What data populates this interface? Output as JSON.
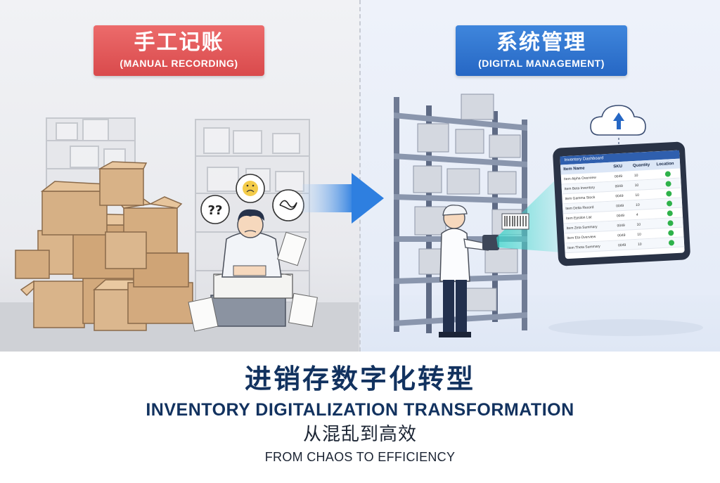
{
  "left_panel": {
    "title_zh": "手工记账",
    "title_en": "(MANUAL RECORDING)",
    "bubble_left": "??"
  },
  "right_panel": {
    "title_zh": "系统管理",
    "title_en": "(DIGITAL MANAGEMENT)"
  },
  "tablet": {
    "header_title": "Inventory Dashboard",
    "columns": [
      "Item Name",
      "SKU",
      "Quantity",
      "Location"
    ],
    "rows": [
      {
        "name": "Item Alpha Overview",
        "sku": "0049",
        "qty": "10"
      },
      {
        "name": "Item Beta Inventory",
        "sku": "0049",
        "qty": "10"
      },
      {
        "name": "Item Gamma Stock",
        "sku": "0049",
        "qty": "10"
      },
      {
        "name": "Item Delta Record",
        "sku": "0049",
        "qty": "10"
      },
      {
        "name": "Item Epsilon List",
        "sku": "0049",
        "qty": "4"
      },
      {
        "name": "Item Zeta Summary",
        "sku": "0049",
        "qty": "10"
      },
      {
        "name": "Item Eta Overview",
        "sku": "0049",
        "qty": "10"
      },
      {
        "name": "Item Theta Summary",
        "sku": "0049",
        "qty": "10"
      }
    ]
  },
  "footer": {
    "title_zh": "进销存数字化转型",
    "title_en": "INVENTORY DIGITALIZATION TRANSFORMATION",
    "subtitle_zh": "从混乱到高效",
    "subtitle_en": "FROM CHAOS TO EFFICIENCY"
  },
  "colors": {
    "manual_red": "#d94a4c",
    "digital_blue": "#2667c4",
    "navy_text": "#12325f",
    "check_green": "#2fb24a",
    "scan_cyan": "#36d3c8"
  }
}
